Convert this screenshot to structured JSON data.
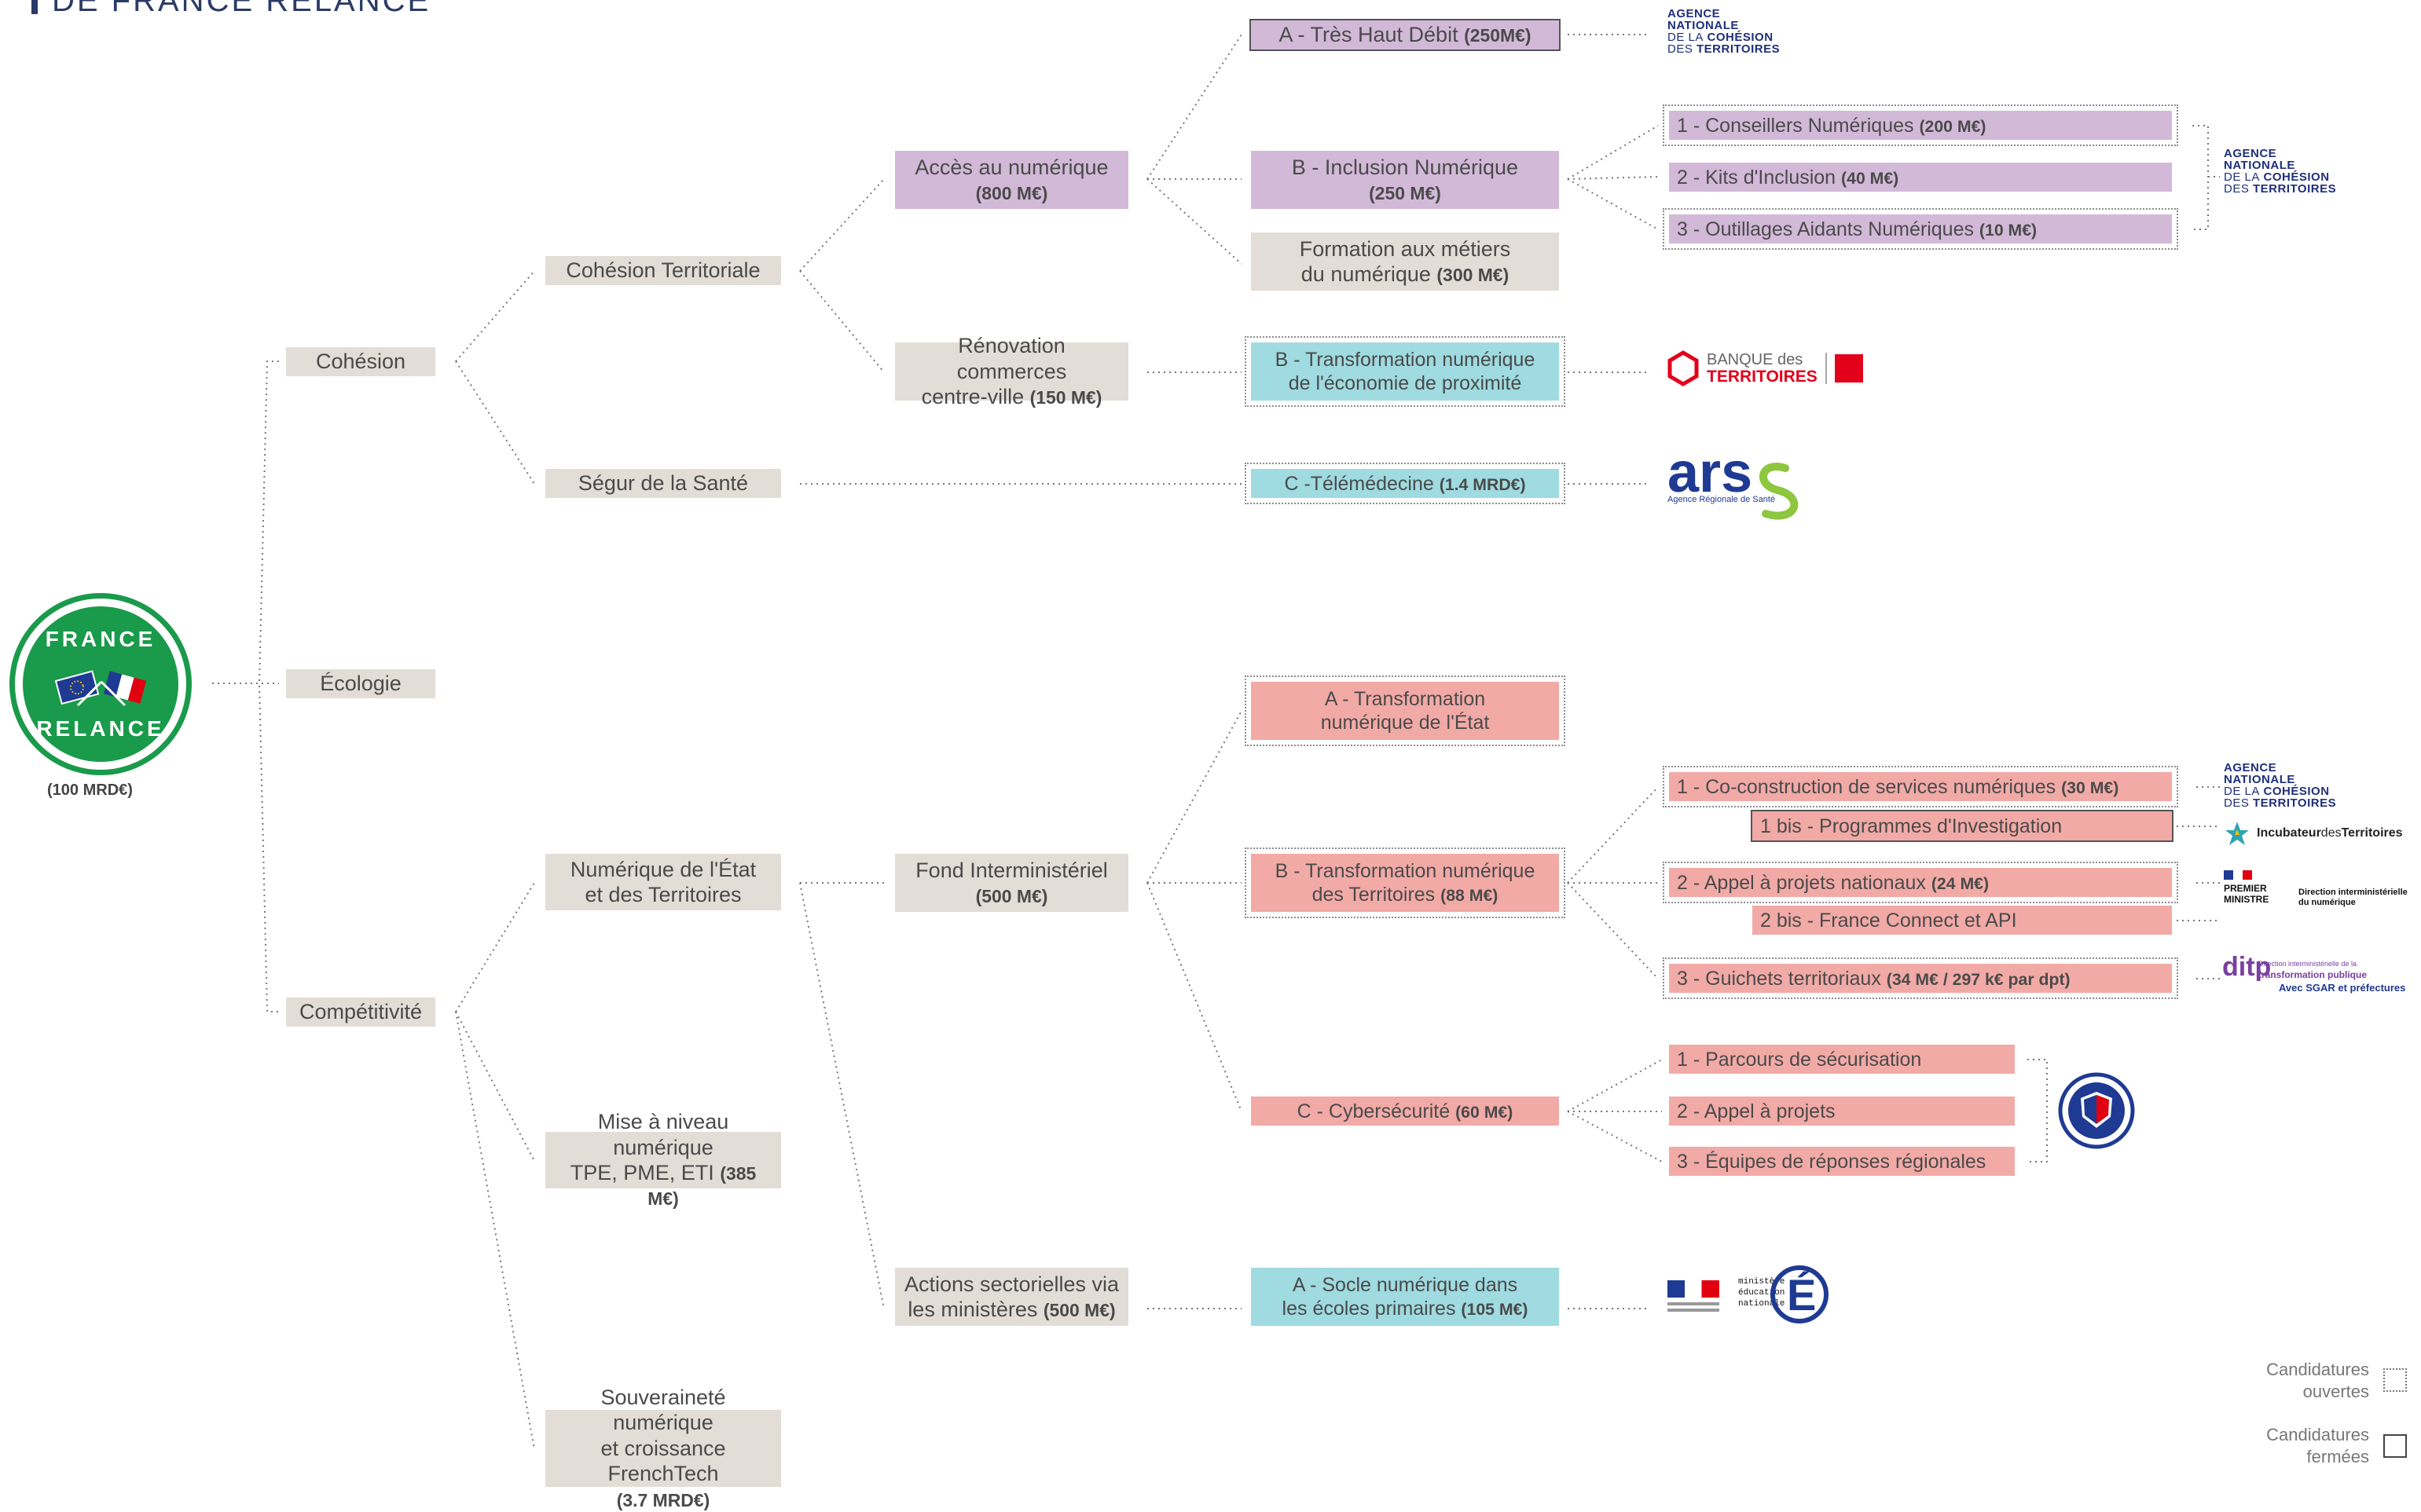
{
  "header": {
    "title": "DE FRANCE RELANCE"
  },
  "root": {
    "logo_lines": [
      "FRANCE",
      "RELANCE"
    ],
    "amount": "(100 MRD€)"
  },
  "colors": {
    "gray": "#e2ddd7",
    "purple": "#d2b9d8",
    "teal": "#9fdbe0",
    "red": "#f2aaa7",
    "anct_navy": "#1f2f7a"
  },
  "level1": {
    "cohesion": "Cohésion",
    "ecologie": "Écologie",
    "competitivite": "Compétitivité"
  },
  "level2": {
    "cohesion_territoriale": "Cohésion Territoriale",
    "segur": "Ségur de la Santé",
    "numerique_etat": [
      "Numérique de l'État",
      "et des Territoires"
    ],
    "mise_niveau": [
      "Mise à niveau numérique",
      "TPE, PME, ETI",
      "(385 M€)"
    ],
    "souverainete": [
      "Souveraineté numérique",
      "et croissance FrenchTech",
      "(3.7 MRD€)"
    ]
  },
  "level3": {
    "acces": [
      "Accès au numérique",
      "(800 M€)"
    ],
    "renovation": [
      "Rénovation commerces",
      "centre-ville",
      "(150 M€)"
    ],
    "fond": [
      "Fond Interministériel",
      "(500 M€)"
    ],
    "actions": [
      "Actions sectorielles via",
      "les ministères",
      "(500 M€)"
    ]
  },
  "level4": {
    "tres_haut_debit": [
      "A - Très Haut Débit",
      "(250M€)"
    ],
    "inclusion": [
      "B - Inclusion Numérique",
      "(250 M€)"
    ],
    "formation": [
      "Formation aux métiers",
      "du numérique",
      "(300 M€)"
    ],
    "transfo_proximite": [
      "B - Transformation numérique",
      "de l'économie de proximité"
    ],
    "telemedecine": [
      "C -Télémédecine",
      "(1.4 MRD€)"
    ],
    "transfo_etat": [
      "A - Transformation",
      "numérique de l'État"
    ],
    "transfo_territoires": [
      "B - Transformation numérique",
      "des Territoires",
      "(88 M€)"
    ],
    "cyber": [
      "C - Cybersécurité",
      "(60 M€)"
    ],
    "socle": [
      "A - Socle numérique dans",
      "les écoles primaires",
      "(105 M€)"
    ]
  },
  "level5": {
    "conseillers": [
      "1 - Conseillers Numériques",
      "(200 M€)"
    ],
    "kits": [
      "2 - Kits d'Inclusion",
      "(40 M€)"
    ],
    "outillages": [
      "3 - Outillages Aidants Numériques",
      "(10 M€)"
    ],
    "coconstruction": [
      "1 - Co-construction de services numériques",
      "(30 M€)"
    ],
    "investigation": "1 bis - Programmes d'Investigation",
    "appel_nationaux": [
      "2 - Appel à projets nationaux",
      "(24 M€)"
    ],
    "france_connect": "2 bis - France Connect et API",
    "guichets": [
      "3 - Guichets territoriaux",
      "(34 M€ / 297 k€ par dpt)"
    ],
    "parcours": "1 - Parcours de sécurisation",
    "appel_projets": "2 - Appel à projets",
    "equipes": "3 - Équipes de réponses régionales"
  },
  "logos": {
    "anct": [
      "AGENCE",
      "NATIONALE",
      "DE LA",
      "COHÉSION",
      "DES",
      "TERRITOIRES"
    ],
    "banque": [
      "BANQUE des",
      "TERRITOIRES"
    ],
    "ars": [
      "ars",
      "Agence Régionale de Santé"
    ],
    "incubateur": [
      "Incubateur",
      "des",
      "Territoires"
    ],
    "premier_ministre": [
      "PREMIER",
      "MINISTRE",
      "Direction interministérielle",
      "du numérique"
    ],
    "ditp": [
      "ditp",
      "Direction interministérielle de la",
      "transformation publique",
      "Avec SGAR et préfectures"
    ],
    "education": [
      "ministère",
      "éducation",
      "nationale"
    ]
  },
  "legend": {
    "open": [
      "Candidatures",
      "ouvertes"
    ],
    "closed": [
      "Candidatures",
      "fermées"
    ]
  }
}
